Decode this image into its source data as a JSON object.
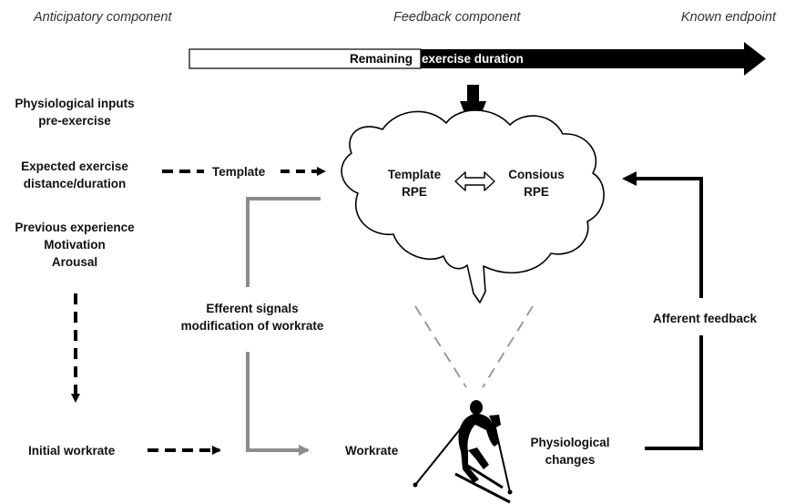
{
  "headers": {
    "anticipatory": "Anticipatory component",
    "feedback": "Feedback component",
    "endpoint": "Known endpoint"
  },
  "duration_bar": {
    "left_text": "Remaining",
    "right_text": "exercise duration"
  },
  "inputs": {
    "physiological": [
      "Physiological inputs",
      "pre-exercise"
    ],
    "expected": [
      "Expected exercise",
      "distance/duration"
    ],
    "previous": [
      "Previous experience",
      "Motivation",
      "Arousal"
    ],
    "initial_workrate": "Initial workrate"
  },
  "template_label": "Template",
  "brain": {
    "template_rpe": [
      "Template",
      "RPE"
    ],
    "conscious_rpe": [
      "Consious",
      "RPE"
    ]
  },
  "efferent": [
    "Efferent signals",
    "modification of workrate"
  ],
  "workrate": "Workrate",
  "physiological_changes": [
    "Physiological",
    "changes"
  ],
  "afferent_feedback": "Afferent feedback",
  "icons": {
    "brain": "brain-outline-icon",
    "skier": "cross-country-skier-icon"
  },
  "colors": {
    "solid": "#000000",
    "efferent": "#8c8c8c",
    "projection": "#9a9a9a"
  }
}
